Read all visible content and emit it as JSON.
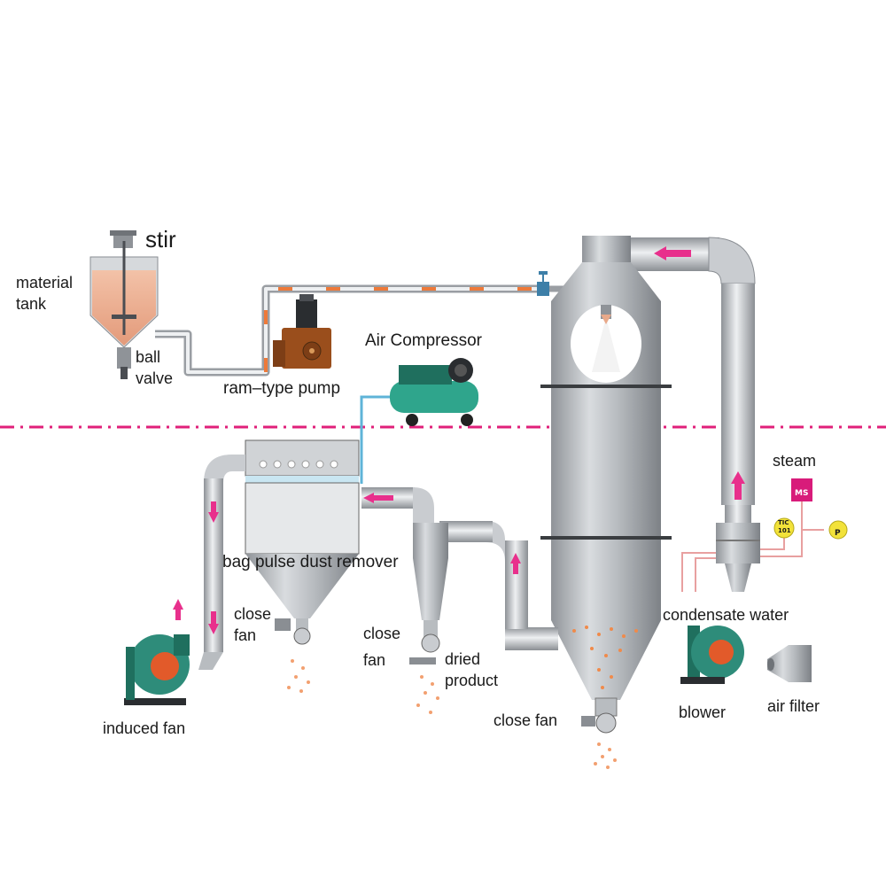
{
  "labels": {
    "stir": "stir",
    "material_tank_1": "material",
    "material_tank_2": "tank",
    "ball_valve_1": "ball",
    "ball_valve_2": "valve",
    "ram_type_pump": "ram–type pump",
    "air_compressor": "Air Compressor",
    "steam": "steam",
    "ms_tag": "MS",
    "tic_tag_1": "TIC",
    "tic_tag_2": "101",
    "p_tag": "P",
    "bag_pulse_dust_remover": "bag pulse dust remover",
    "close_fan_a_1": "close",
    "close_fan_a_2": "fan",
    "close_fan_b_1": "close",
    "close_fan_b_2": "fan",
    "dried_product_1": "dried",
    "dried_product_2": "product",
    "close_fan_c": "close fan",
    "condensate_water": "condensate water",
    "blower": "blower",
    "air_filter": "air filter",
    "induced_fan": "induced fan"
  },
  "colors": {
    "pipe": "#b9bcc0",
    "vessel": "#a9adb2",
    "arrow": "#e8308c",
    "divider": "#e0207a",
    "slurry": "#e8a98a",
    "fan_body": "#2e8c7a",
    "fan_core": "#e25a2a",
    "pump": "#9a4e1c",
    "compressor": "#2fa58c",
    "ms_box": "#d81b7a",
    "tic": "#f2e23a",
    "particles": "#f08a4a"
  }
}
